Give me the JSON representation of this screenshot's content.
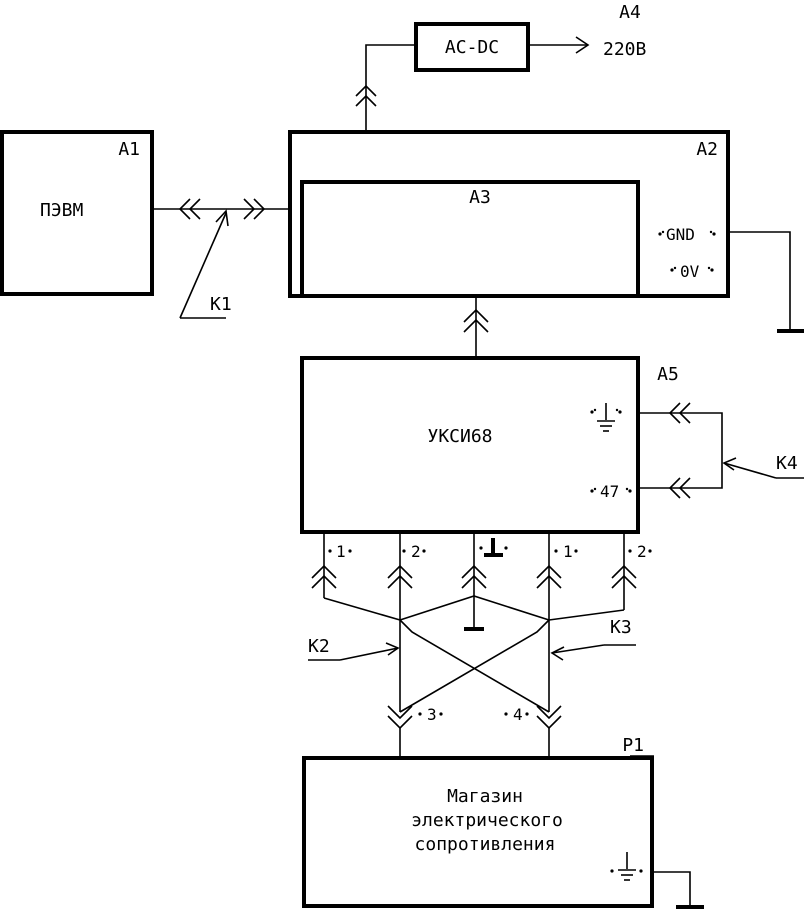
{
  "blocks": {
    "a1": {
      "id": "А1",
      "name": "ПЭВМ"
    },
    "a2": {
      "id": "А2"
    },
    "a3": {
      "id": "А3"
    },
    "a4": {
      "id": "А4",
      "name": "AC-DC",
      "voltage": "220В"
    },
    "a5": {
      "id": "А5",
      "name": "УКСИ68"
    },
    "p1": {
      "id": "Р1",
      "name_line1": "Магазин",
      "name_line2": "электрического",
      "name_line3": "сопротивления"
    }
  },
  "terminals": {
    "gnd": "GND",
    "zero_v": "0V",
    "t47": "47",
    "t1a": "1",
    "t2a": "2",
    "t1b": "1",
    "t2b": "2",
    "t3": "3",
    "t4": "4"
  },
  "cables": {
    "k1": "К1",
    "k2": "К2",
    "k3": "К3",
    "k4": "К4"
  }
}
